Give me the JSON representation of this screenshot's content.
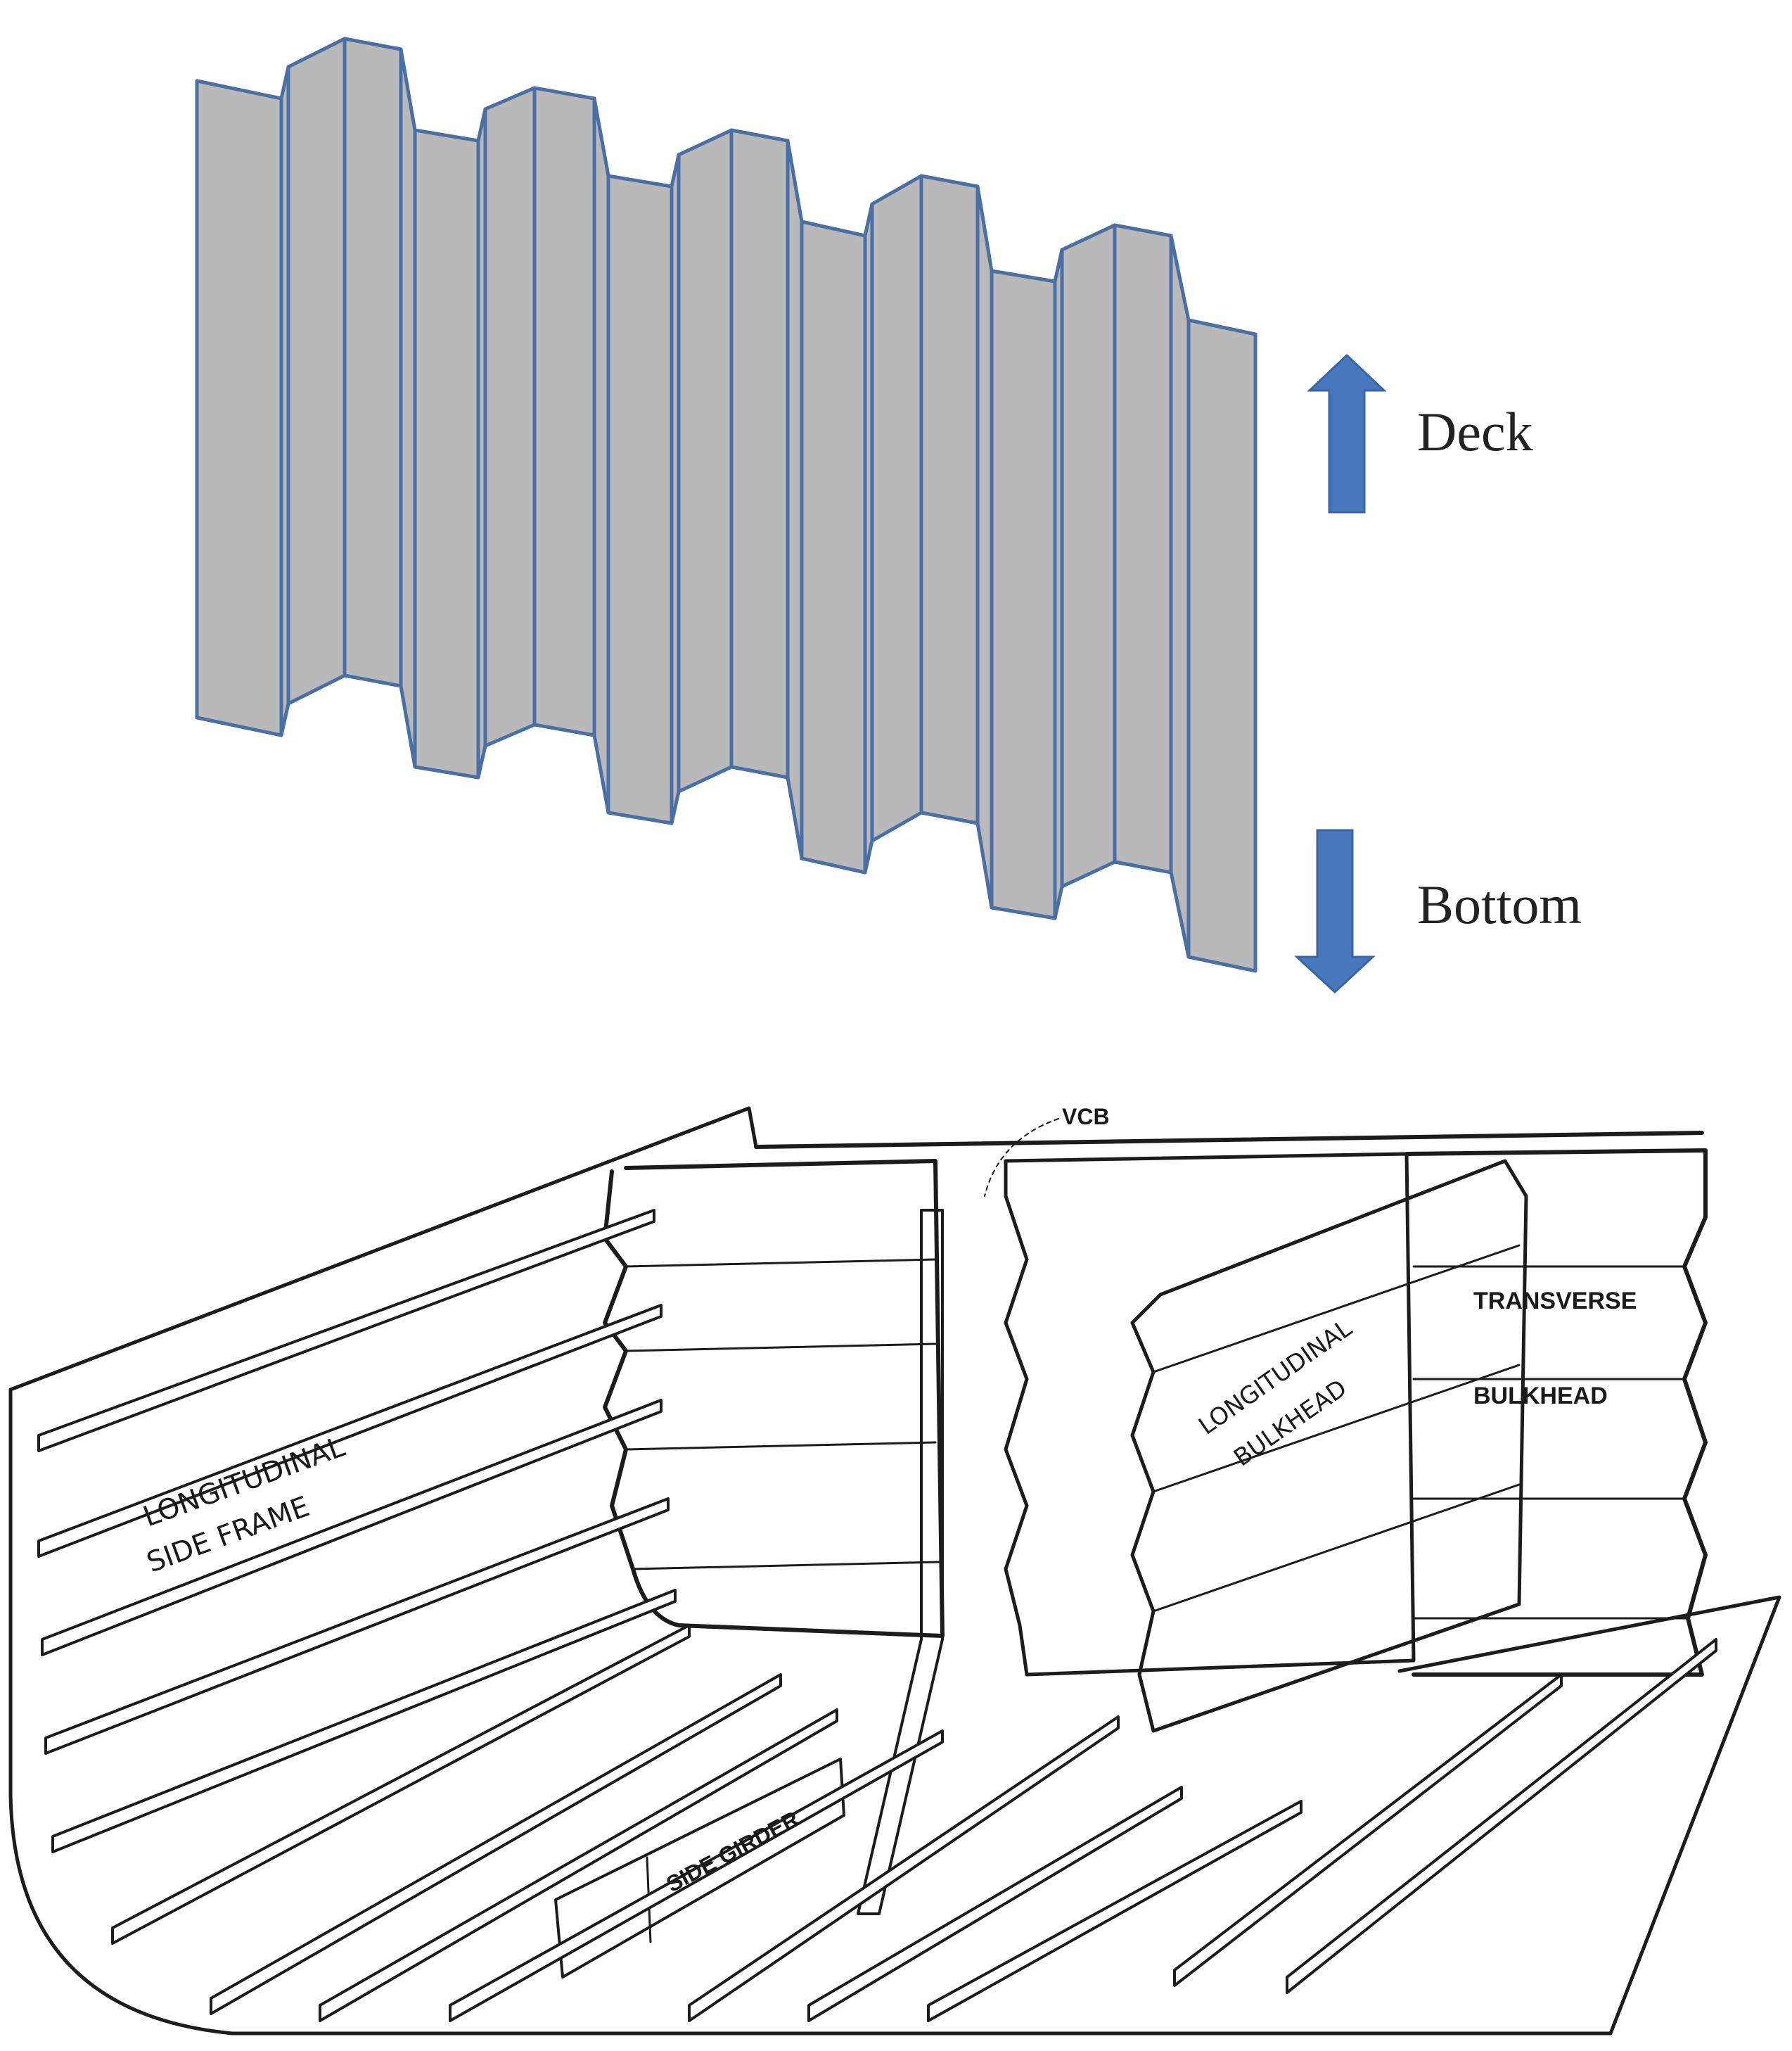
{
  "top_diagram": {
    "colors": {
      "face_fill": "#b9b9b9",
      "face_stroke": "#4a6fa5",
      "arrow_fill": "#4777bd"
    },
    "arrows": {
      "up_label": "Deck",
      "down_label": "Bottom"
    }
  },
  "bottom_diagram": {
    "labels": {
      "vcb": "VCB",
      "transverse": "TRANSVERSE",
      "bulkhead": "BULKHEAD",
      "longitudinal_bulkhead_1": "LONGITUDINAL",
      "longitudinal_bulkhead_2": "BULKHEAD",
      "side_frame_1": "LONGITUDINAL",
      "side_frame_2": "SIDE FRAME",
      "side_girder": "SIDE GIRDER"
    }
  }
}
